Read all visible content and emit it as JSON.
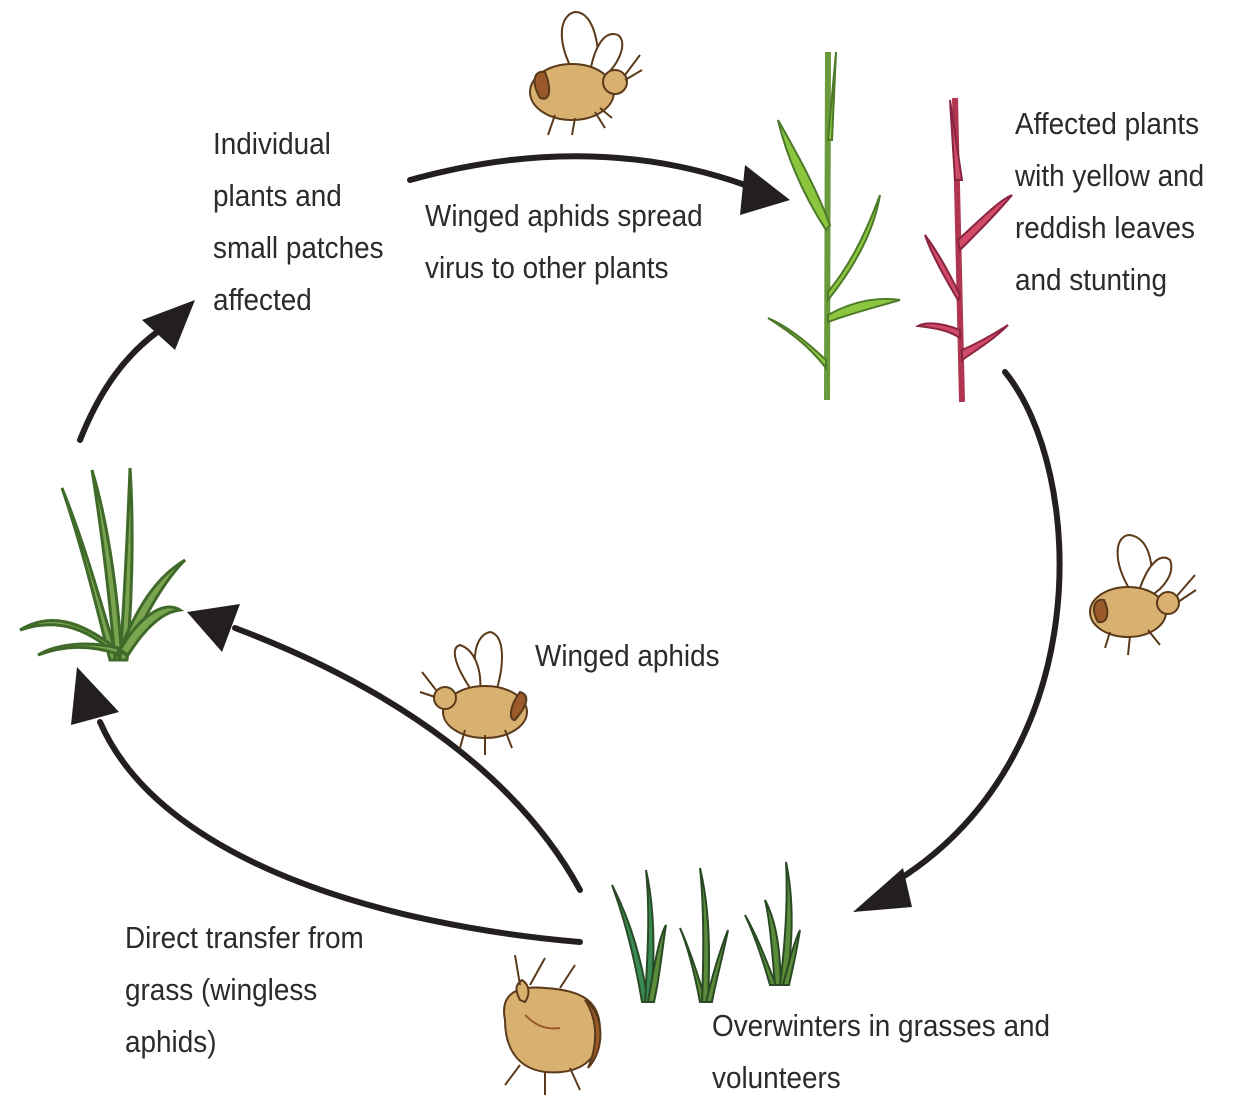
{
  "labels": {
    "individual_plants": [
      "Individual",
      "plants and",
      "small patches",
      "affected"
    ],
    "spread_virus": [
      "Winged aphids spread",
      "virus to other plants"
    ],
    "affected_plants": [
      "Affected plants",
      "with yellow and",
      "reddish leaves",
      "and stunting"
    ],
    "winged_aphids": [
      "Winged aphids"
    ],
    "direct_transfer": [
      "Direct transfer from",
      "grass (wingless",
      "aphids)"
    ],
    "overwinters": [
      "Overwinters in grasses and",
      "volunteers"
    ]
  },
  "colors": {
    "arrow": "#231f20",
    "healthy_leaf": "#8cc63f",
    "affected_leaf": "#d04a6a",
    "grass_green": "#5a8c3a",
    "aphid_body": "#d8b070",
    "aphid_dark": "#9a5a2a",
    "wing": "#ffffff"
  }
}
